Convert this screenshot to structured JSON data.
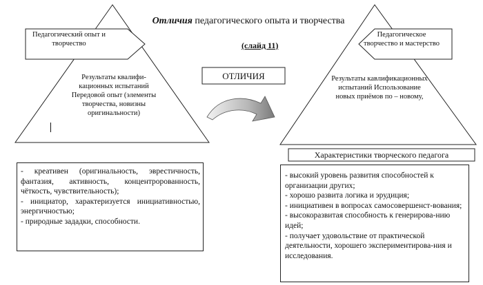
{
  "title": {
    "emphasis": "Отличия",
    "rest": " педагогического опыта и творчества"
  },
  "slide_label": "(слайд 11)",
  "left_panel": {
    "arrow_label": "Педагогический опыт и творчество",
    "triangle_text": "Результаты квалифи-кационных испытаний Передовой опыт (элементы творчества, новизны оригинальности)",
    "traits": [
      "- креативен (оригинальность, эврестичность, фантазия, активность, концентророванность, чёткость, чувствительность);",
      "- инициатор, характеризуется инициативностью, энергичностью;",
      "- природные зададки, способности."
    ]
  },
  "center": {
    "differences_label": "ОТЛИЧИЯ"
  },
  "right_panel": {
    "arrow_label": "Педагогическое творчество и мастерство",
    "triangle_text": "Результаты кавлификационных испытаний Использование новых приёмов по – новому,",
    "traits_title": "Характеристики творческого педагога",
    "traits": [
      "- высокий уровень развития способностей к организации других;",
      "- хорошо развита логика и эрудиция;",
      "- инициативен в вопросах самосовершенст-вования;",
      "- высокоразвитая способность к генерирова-нию идей;",
      " - получает удовольствие от практической деятельности, хорошего экспериментирова-ния и исследования."
    ]
  },
  "colors": {
    "line": "#222222",
    "arrow_fill_light": "#f2f2f2",
    "arrow_fill_dark": "#7a7a7a",
    "background": "#ffffff"
  }
}
